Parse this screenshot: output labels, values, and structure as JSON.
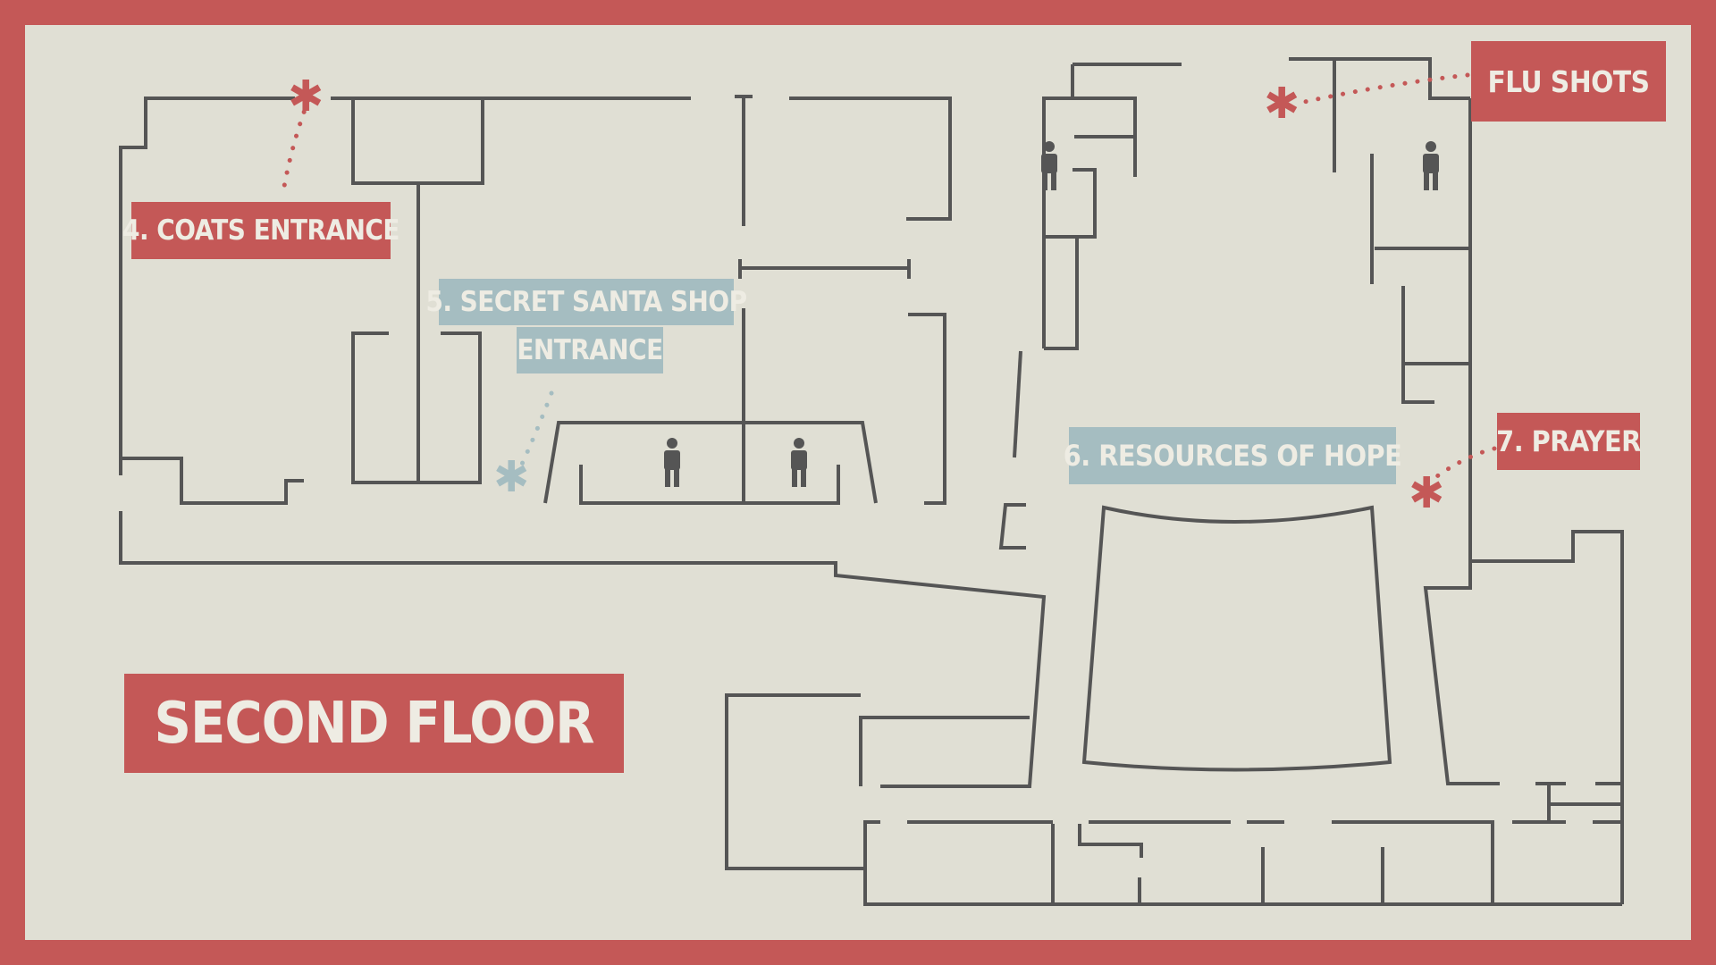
{
  "floor_title": "SECOND FLOOR",
  "labels": {
    "coats_entrance": "4. COATS ENTRANCE",
    "secret_santa_line1": "5. SECRET SANTA SHOP",
    "secret_santa_line2": "ENTRANCE",
    "resources_of_hope": "6. RESOURCES OF HOPE",
    "prayer": "7. PRAYER",
    "flu_shots": "FLU SHOTS"
  },
  "marker_glyph": "✱",
  "colors": {
    "frame": "#c45857",
    "background": "#e0dfd4",
    "walls": "#555555",
    "accent_red": "#c45857",
    "accent_blue": "#a5bdc1",
    "label_text": "#eeece3"
  },
  "icons": [
    "restroom-person-icon",
    "asterisk-marker-icon"
  ]
}
